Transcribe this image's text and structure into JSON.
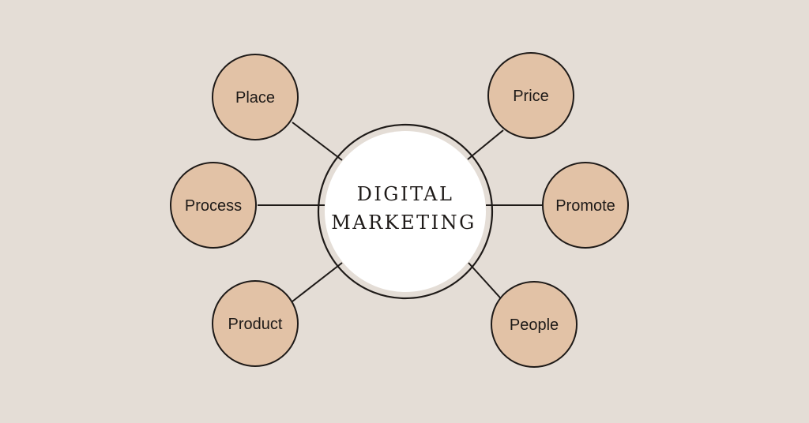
{
  "colors": {
    "background": "#e4ddd6",
    "node_fill": "#e2c2a6",
    "stroke": "#1e1a18",
    "center_fill": "#ffffff"
  },
  "center": {
    "line1": "DIGITAL",
    "line2": "MARKETING"
  },
  "nodes": [
    {
      "label": "Place"
    },
    {
      "label": "Price"
    },
    {
      "label": "Process"
    },
    {
      "label": "Promote"
    },
    {
      "label": "Product"
    },
    {
      "label": "People"
    }
  ]
}
